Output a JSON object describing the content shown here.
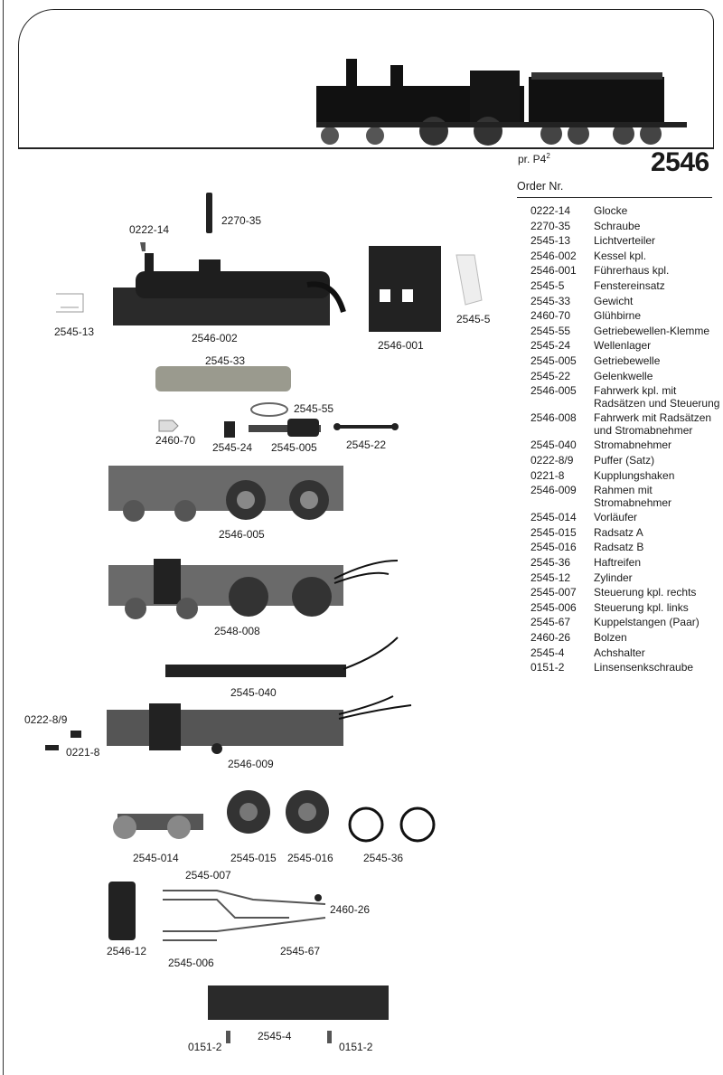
{
  "header": {
    "model_number": "2546",
    "prototype": "pr. P4",
    "prototype_sup": "2",
    "order_heading": "Order Nr."
  },
  "parts": [
    {
      "code": "0222-14",
      "desc": "Glocke"
    },
    {
      "code": "2270-35",
      "desc": "Schraube"
    },
    {
      "code": "2545-13",
      "desc": "Lichtverteiler"
    },
    {
      "code": "2546-002",
      "desc": "Kessel kpl."
    },
    {
      "code": "2546-001",
      "desc": "Führerhaus kpl."
    },
    {
      "code": "2545-5",
      "desc": "Fenstereinsatz"
    },
    {
      "code": "2545-33",
      "desc": "Gewicht"
    },
    {
      "code": "2460-70",
      "desc": "Glühbirne"
    },
    {
      "code": "2545-55",
      "desc": "Getriebewellen-Klemme"
    },
    {
      "code": "2545-24",
      "desc": "Wellenlager"
    },
    {
      "code": "2545-005",
      "desc": "Getriebewelle"
    },
    {
      "code": "2545-22",
      "desc": "Gelenkwelle"
    },
    {
      "code": "2546-005",
      "desc": "Fahrwerk kpl. mit Radsätzen und Steuerung"
    },
    {
      "code": "2546-008",
      "desc": "Fahrwerk mit Radsätzen und Stromabnehmer"
    },
    {
      "code": "2545-040",
      "desc": "Stromabnehmer"
    },
    {
      "code": "0222-8/9",
      "desc": "Puffer (Satz)"
    },
    {
      "code": "0221-8",
      "desc": "Kupplungshaken"
    },
    {
      "code": "2546-009",
      "desc": "Rahmen mit Stromabnehmer"
    },
    {
      "code": "2545-014",
      "desc": "Vorläufer"
    },
    {
      "code": "2545-015",
      "desc": "Radsatz A"
    },
    {
      "code": "2545-016",
      "desc": "Radsatz B"
    },
    {
      "code": "2545-36",
      "desc": "Haftreifen"
    },
    {
      "code": "2545-12",
      "desc": "Zylinder"
    },
    {
      "code": "2545-007",
      "desc": "Steuerung kpl. rechts"
    },
    {
      "code": "2545-006",
      "desc": "Steuerung kpl. links"
    },
    {
      "code": "2545-67",
      "desc": "Kuppelstangen (Paar)"
    },
    {
      "code": "2460-26",
      "desc": "Bolzen"
    },
    {
      "code": "2545-4",
      "desc": "Achshalter"
    },
    {
      "code": "0151-2",
      "desc": "Linsensenkschraube"
    }
  ],
  "diagram_labels": {
    "l0222_14": "0222-14",
    "l2270_35": "2270-35",
    "l2545_13": "2545-13",
    "l2546_002": "2546-002",
    "l2546_001": "2546-001",
    "l2545_5": "2545-5",
    "l2545_33": "2545-33",
    "l2545_55": "2545-55",
    "l2460_70": "2460-70",
    "l2545_24": "2545-24",
    "l2545_005": "2545-005",
    "l2545_22": "2545-22",
    "l2546_005": "2546-005",
    "l2548_008": "2548-008",
    "l2545_040": "2545-040",
    "l0222_8_9": "0222-8/9",
    "l0221_8": "0221-8",
    "l2546_009": "2546-009",
    "l2545_014": "2545-014",
    "l2545_015": "2545-015",
    "l2545_016": "2545-016",
    "l2545_36": "2545-36",
    "l2545_007": "2545-007",
    "l2460_26": "2460-26",
    "l2546_12": "2546-12",
    "l2545_67": "2545-67",
    "l2545_006": "2545-006",
    "l2545_4": "2545-4",
    "l0151_2a": "0151-2",
    "l0151_2b": "0151-2"
  }
}
